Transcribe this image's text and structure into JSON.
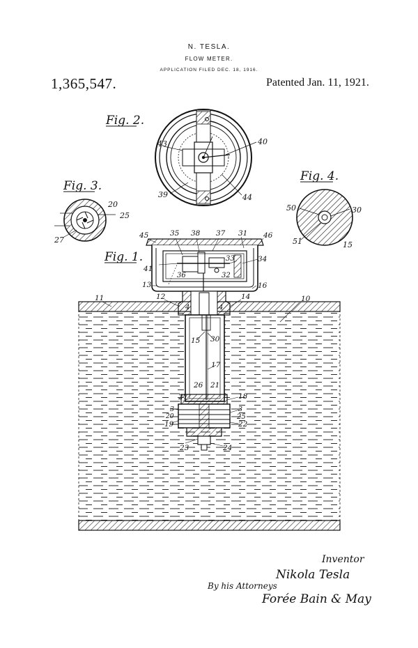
{
  "header": {
    "inventor": "N. TESLA.",
    "title": "FLOW METER.",
    "application": "APPLICATION FILED DEC. 18, 1916.",
    "patent_number": "1,365,547.",
    "patented": "Patented Jan. 11, 1921."
  },
  "figures": {
    "fig1": "Fig. 1.",
    "fig2": "Fig. 2.",
    "fig3": "Fig. 3.",
    "fig4": "Fig. 4."
  },
  "labels": {
    "fig2": [
      "43",
      "40",
      "39",
      "44"
    ],
    "fig3": [
      "20",
      "25",
      "27"
    ],
    "fig4": [
      "50",
      "30",
      "51",
      "15"
    ],
    "fig1": [
      "45",
      "35",
      "38",
      "37",
      "31",
      "46",
      "34",
      "33",
      "41",
      "36",
      "32",
      "13",
      "16",
      "11",
      "12",
      "14",
      "4",
      "4",
      "10",
      "15",
      "30",
      "17",
      "26",
      "21",
      "27",
      "18",
      "3",
      "3",
      "20",
      "25",
      "19",
      "22",
      "23",
      "24"
    ]
  },
  "signature": {
    "inventor_label": "Inventor",
    "inventor_name": "Nikola Tesla",
    "attorneys_label": "By his Attorneys",
    "attorneys_name": "Forée Bain & May"
  }
}
